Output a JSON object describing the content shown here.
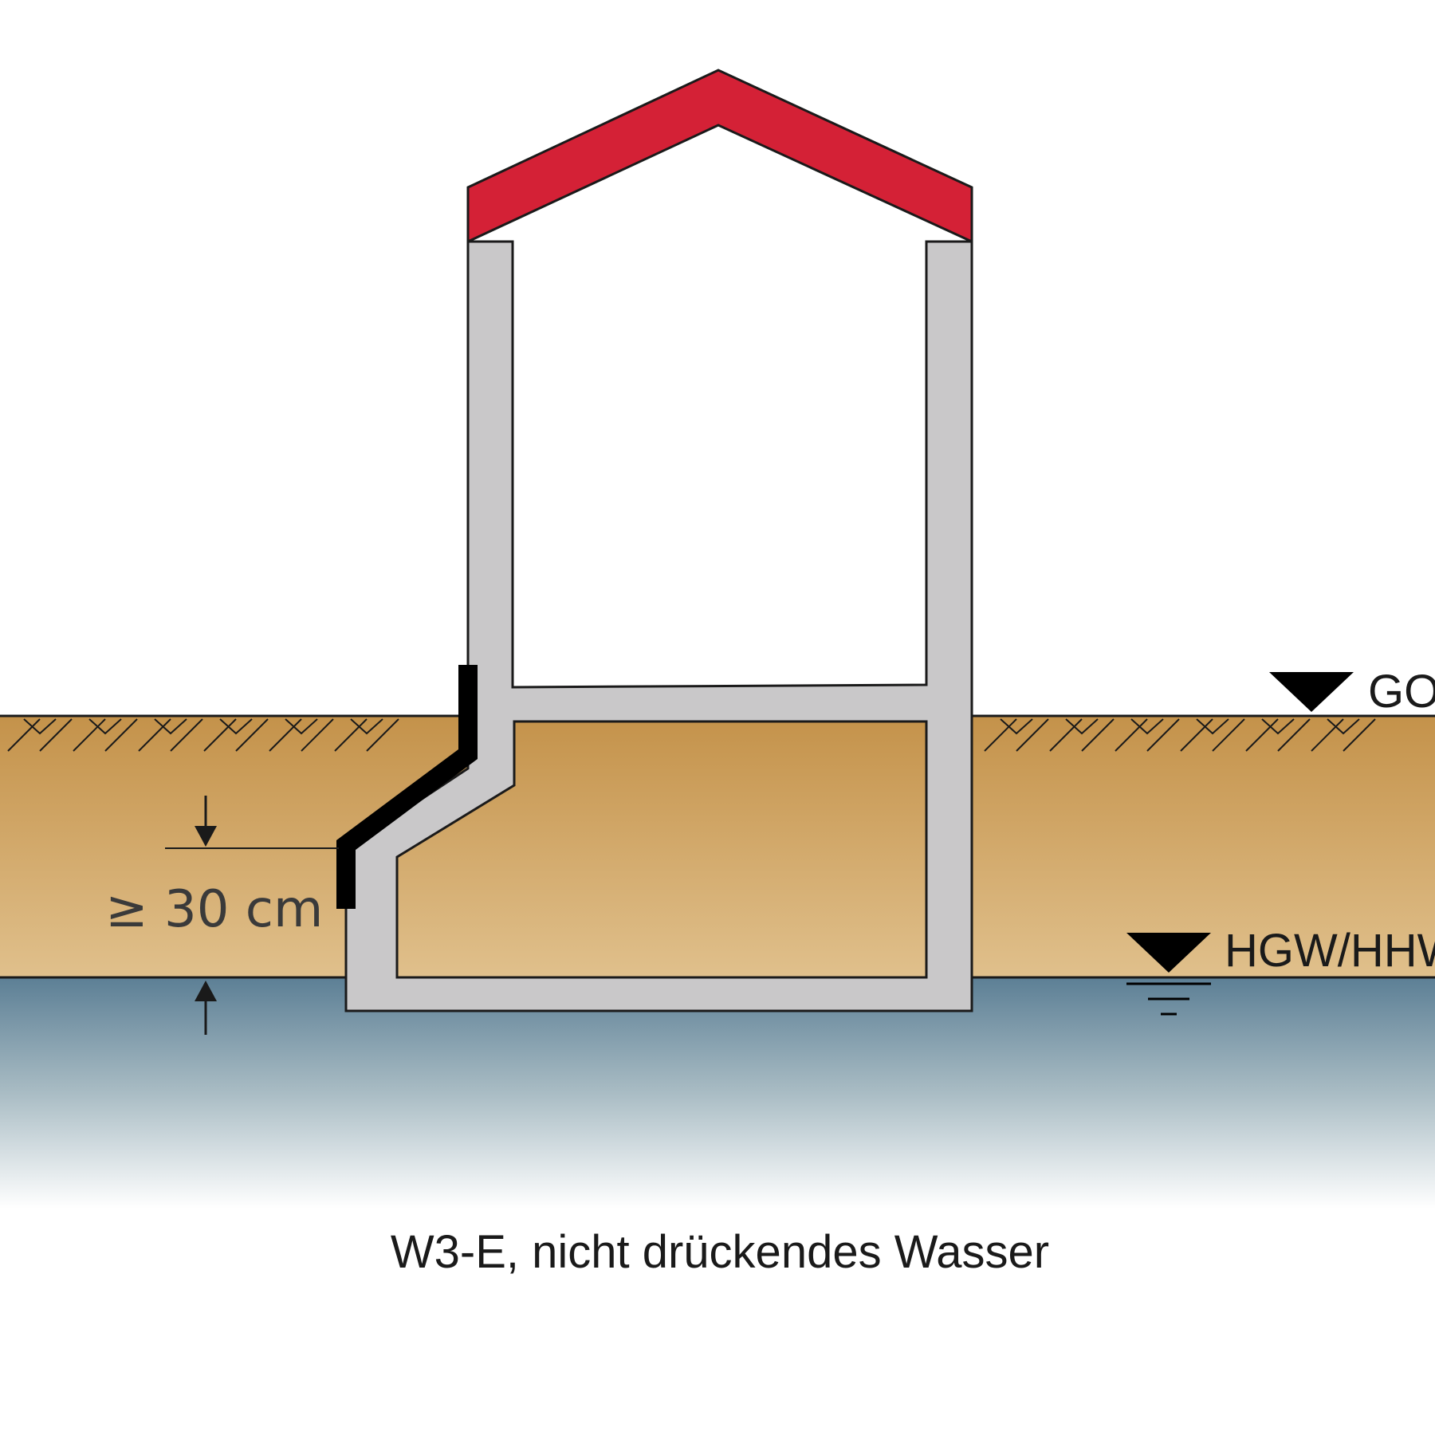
{
  "labels": {
    "ground_level": "GO",
    "groundwater_level": "HGW/HHW",
    "dimension": "≥ 30 cm",
    "caption": "W3-E, nicht drückendes Wasser"
  },
  "colors": {
    "roof": "#d42136",
    "wall": "#c9c8c9",
    "waterproofing": "#000000",
    "soil_top": "#c4924a",
    "soil_bottom": "#e0c08c",
    "water_top": "#5c7f95",
    "water_bottom": "#ffffff"
  }
}
